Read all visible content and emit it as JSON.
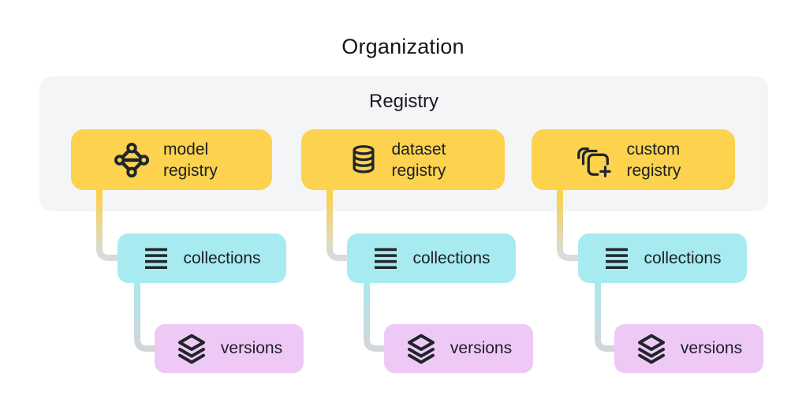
{
  "title": "Organization",
  "registry_group": {
    "label": "Registry"
  },
  "columns": [
    {
      "registry": {
        "label_line1": "model",
        "label_line2": "registry",
        "icon": "model-registry-icon"
      },
      "collections": {
        "label": "collections",
        "icon": "collections-icon"
      },
      "versions": {
        "label": "versions",
        "icon": "versions-icon"
      }
    },
    {
      "registry": {
        "label_line1": "dataset",
        "label_line2": "registry",
        "icon": "dataset-registry-icon"
      },
      "collections": {
        "label": "collections",
        "icon": "collections-icon"
      },
      "versions": {
        "label": "versions",
        "icon": "versions-icon"
      }
    },
    {
      "registry": {
        "label_line1": "custom",
        "label_line2": "registry",
        "icon": "custom-registry-icon"
      },
      "collections": {
        "label": "collections",
        "icon": "collections-icon"
      },
      "versions": {
        "label": "versions",
        "icon": "versions-icon"
      }
    }
  ],
  "colors": {
    "registry_box": "#FCD24E",
    "collections_box": "#A7EBF0",
    "versions_box": "#EFC9F6",
    "registry_group_bg": "#F4F5F6",
    "connector_yellow": "#FBD14C",
    "connector_cyan": "#A9E8ED",
    "connector_gray": "#D8DBDE",
    "icon_text": "#20252C"
  }
}
